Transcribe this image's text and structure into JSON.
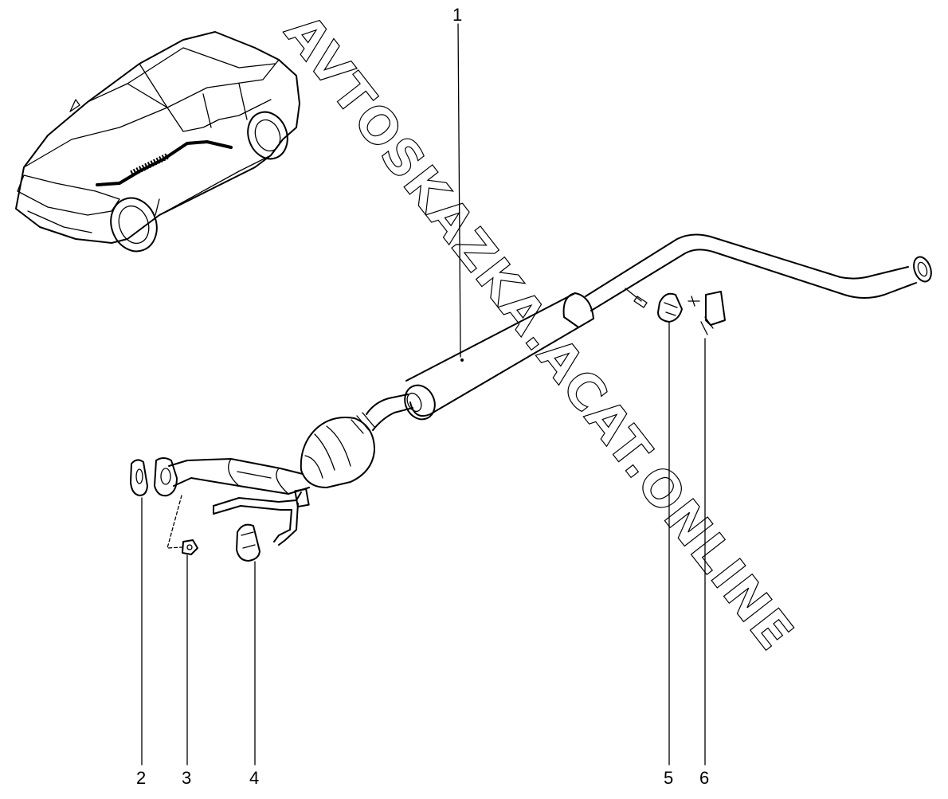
{
  "watermark": "AVTOSKAZKA.ACAT.ONLINE",
  "callouts": {
    "c1": "1",
    "c2": "2",
    "c3": "3",
    "c4": "4",
    "c5": "5",
    "c6": "6"
  }
}
